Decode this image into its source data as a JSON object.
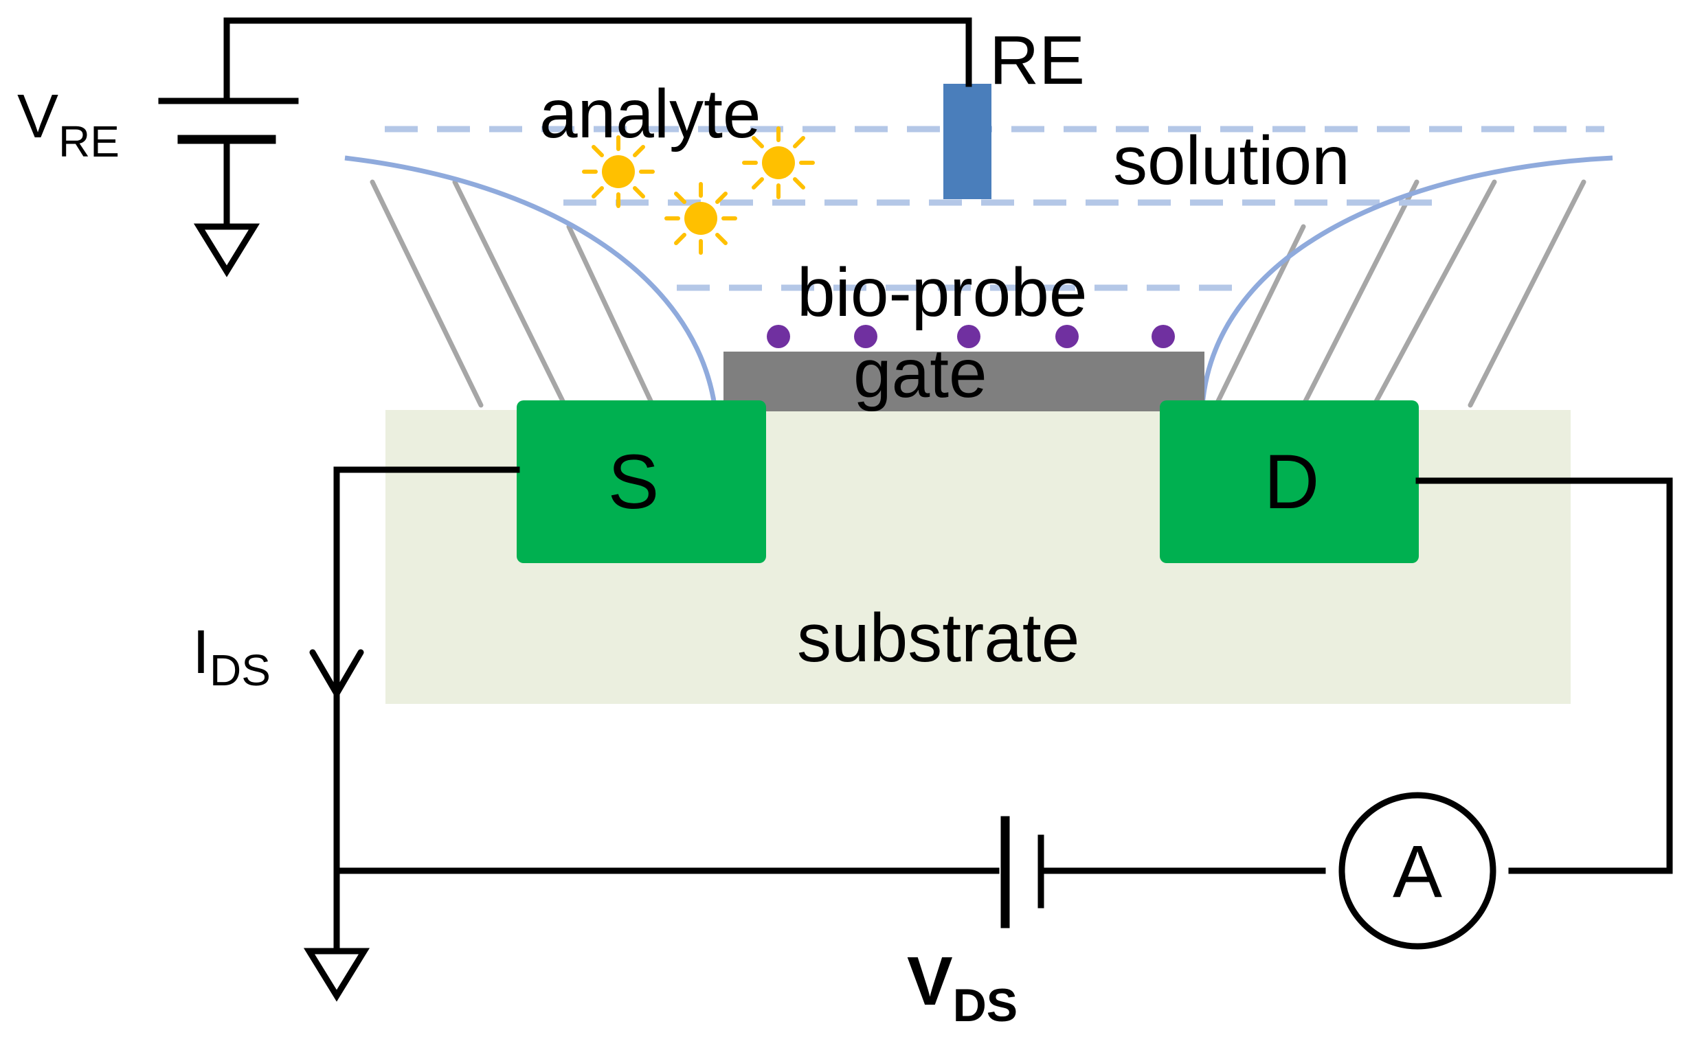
{
  "labels": {
    "v_re_main": "V",
    "v_re_sub": "RE",
    "re": "RE",
    "analyte": "analyte",
    "solution": "solution",
    "bio_probe": "bio-probe",
    "gate": "gate",
    "source": "S",
    "drain": "D",
    "substrate": "substrate",
    "i_ds_main": "I",
    "i_ds_sub": "DS",
    "v_ds_main": "V",
    "v_ds_sub": "DS",
    "ammeter": "A"
  },
  "colors": {
    "wire": "#000000",
    "substrate": "#ebefdf",
    "electrode": "#00b050",
    "gate": "#7f7f7f",
    "reference_electrode": "#4a7ebb",
    "solution_lines": "#b4c7e7",
    "container_curve": "#8faadc",
    "hatch": "#a6a6a6",
    "analyte": "#ffc000",
    "bio_probe": "#7030a0"
  },
  "icons": {
    "analyte": "sun-icon",
    "ground": "ground-icon",
    "battery": "battery-icon",
    "ammeter": "ammeter-icon"
  }
}
